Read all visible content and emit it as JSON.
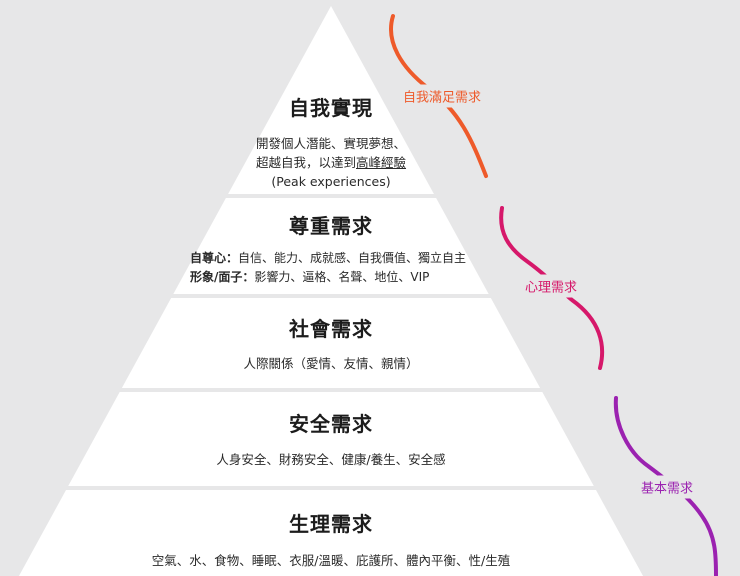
{
  "tiers": [
    {
      "title": "自我實現",
      "desc_line1": "開發個人潛能、實現夢想、",
      "desc_line2_pre": "超越自我，以達到",
      "desc_line2_underlined": "高峰經驗",
      "desc_line3": "(Peak experiences)"
    },
    {
      "title": "尊重需求",
      "row1_label": "自尊心：",
      "row1_text": "自信、能力、成就感、自我價值、獨立自主",
      "row2_label": "形象/面子：",
      "row2_text": "影響力、逼格、名聲、地位、VIP"
    },
    {
      "title": "社會需求",
      "desc": "人際關係（愛情、友情、親情）"
    },
    {
      "title": "安全需求",
      "desc": "人身安全、財務安全、健康/養生、安全感"
    },
    {
      "title": "生理需求",
      "desc": "空氣、水、食物、睡眠、衣服/溫暖、庇護所、體內平衡、性/生殖"
    }
  ],
  "groups": [
    {
      "label": "自我滿足需求",
      "color": "#ee5a2a"
    },
    {
      "label": "心理需求",
      "color": "#d6186a"
    },
    {
      "label": "基本需求",
      "color": "#9b22b0"
    }
  ]
}
